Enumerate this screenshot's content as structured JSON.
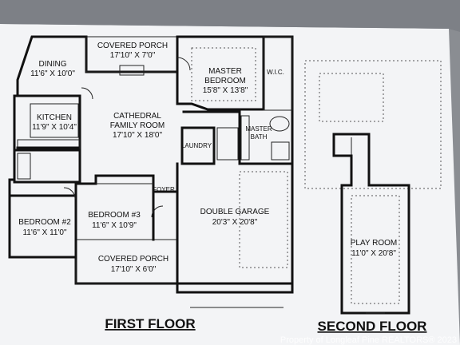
{
  "first_floor": {
    "title": "FIRST FLOOR",
    "rooms": [
      {
        "name": "DINING",
        "size": "11'6\" X 10'0\""
      },
      {
        "name": "COVERED PORCH",
        "size": "17'10\" X 7'0\""
      },
      {
        "name": "MASTER",
        "name2": "BEDROOM",
        "size": "15'8\" X 13'8\""
      },
      {
        "name": "W.I.C."
      },
      {
        "name": "KITCHEN",
        "size": "11'9\" X 10'4\""
      },
      {
        "name": "CATHEDRAL",
        "name2": "FAMILY ROOM",
        "size": "17'10\" X 18'0\""
      },
      {
        "name": "MASTER",
        "name2": "BATH"
      },
      {
        "name": "LAUNDRY"
      },
      {
        "name": "FOYER"
      },
      {
        "name": "DOUBLE GARAGE",
        "size": "20'3\" X 20'8\""
      },
      {
        "name": "BEDROOM #2",
        "size": "11'6\" X 11'0\""
      },
      {
        "name": "BEDROOM #3",
        "size": "11'6\" X 10'9\""
      },
      {
        "name": "COVERED PORCH",
        "size": "17'10\" X 6'0\""
      }
    ]
  },
  "second_floor": {
    "title": "SECOND FLOOR",
    "rooms": [
      {
        "name": "PLAY ROOM",
        "size": "11'0\" X 20'8\""
      }
    ]
  },
  "watermark": "Property of Longleaf Pine REALTORS® 2023"
}
